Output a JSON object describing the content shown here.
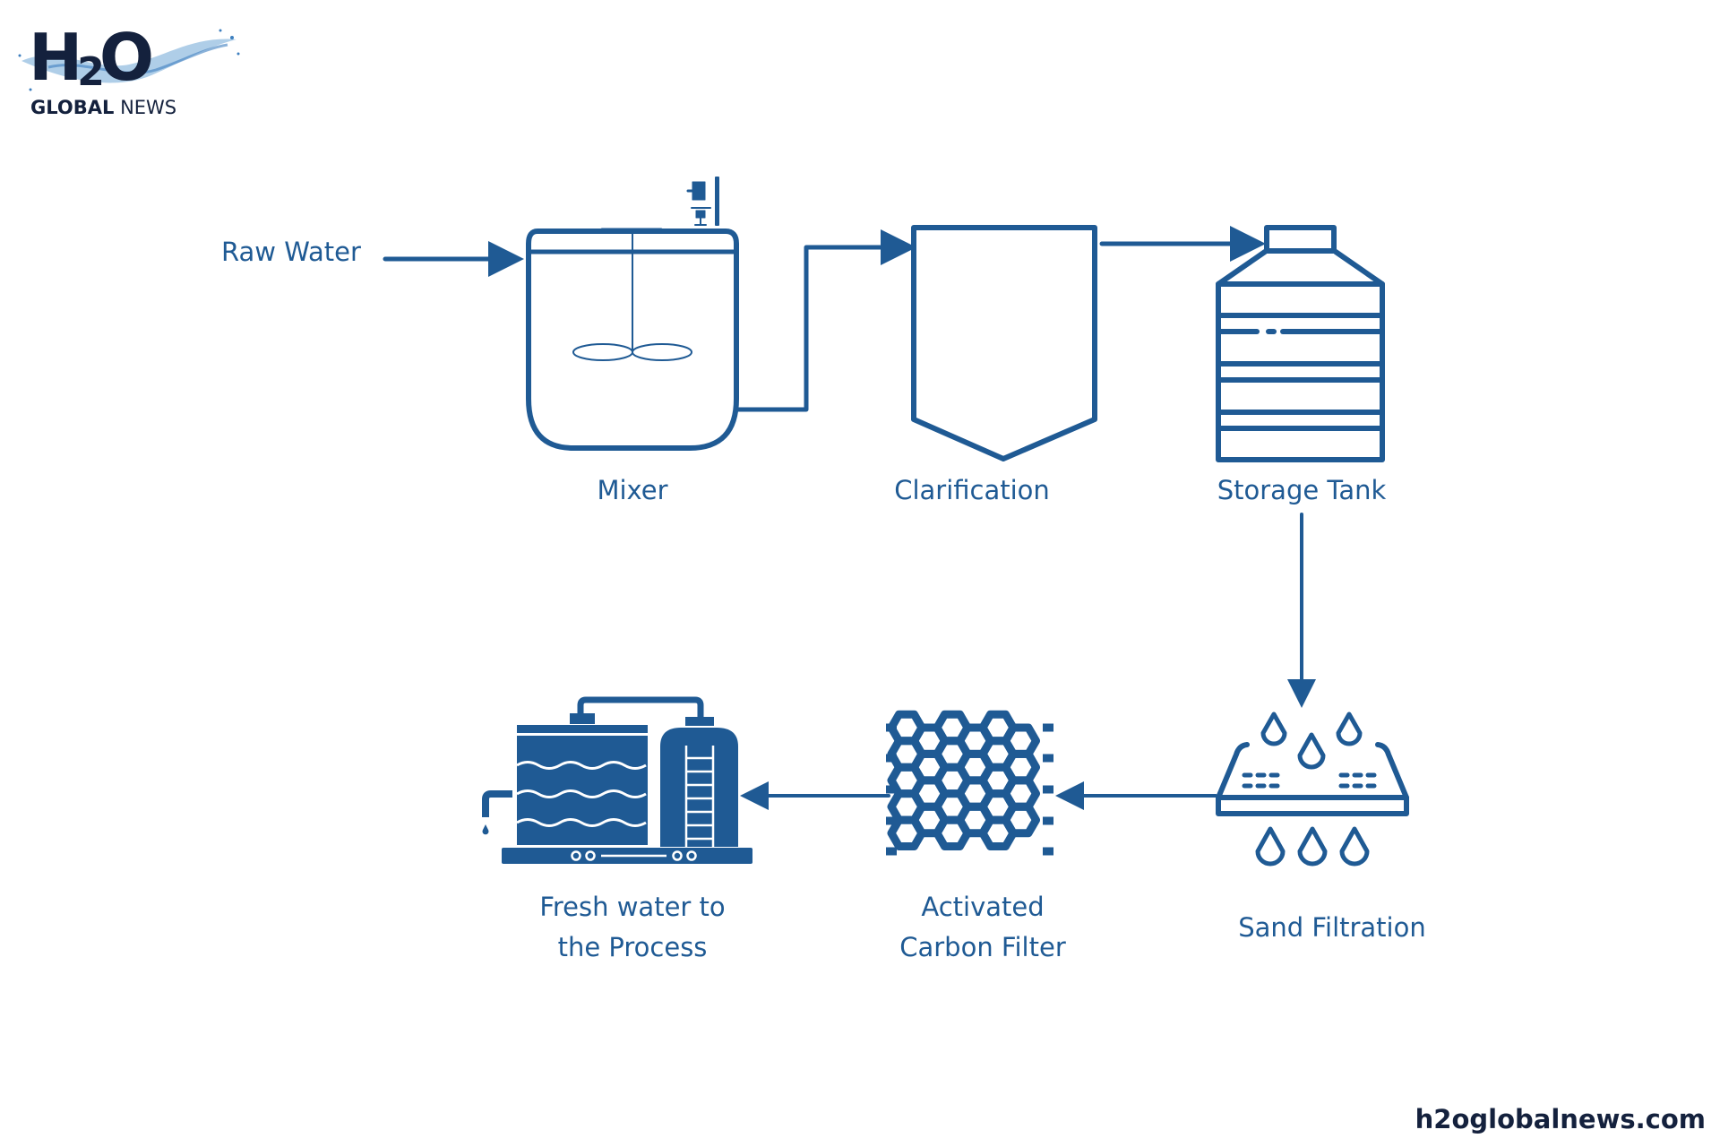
{
  "logo": {
    "brand_mark": "H",
    "brand_sub": "2",
    "brand_end": "O",
    "tagline_bold": "GLOBAL",
    "tagline_light": "NEWS"
  },
  "colors": {
    "primary": "#1f5a94",
    "brand_dark": "#14213d",
    "background": "#ffffff"
  },
  "diagram": {
    "input_label": "Raw Water",
    "stages": [
      {
        "id": "mixer",
        "label": "Mixer",
        "icon": "mixer-tank-icon"
      },
      {
        "id": "clarification",
        "label": "Clarification",
        "icon": "clarifier-icon"
      },
      {
        "id": "storage",
        "label": "Storage Tank",
        "icon": "storage-tank-icon"
      },
      {
        "id": "sand",
        "label": "Sand Filtration",
        "icon": "sand-filter-icon"
      },
      {
        "id": "carbon",
        "label_line1": "Activated",
        "label_line2": "Carbon Filter",
        "icon": "honeycomb-filter-icon"
      },
      {
        "id": "fresh",
        "label_line1": "Fresh water to",
        "label_line2": "the Process",
        "icon": "fresh-water-tanks-icon"
      }
    ]
  },
  "footer": {
    "website": "h2oglobalnews.com"
  }
}
